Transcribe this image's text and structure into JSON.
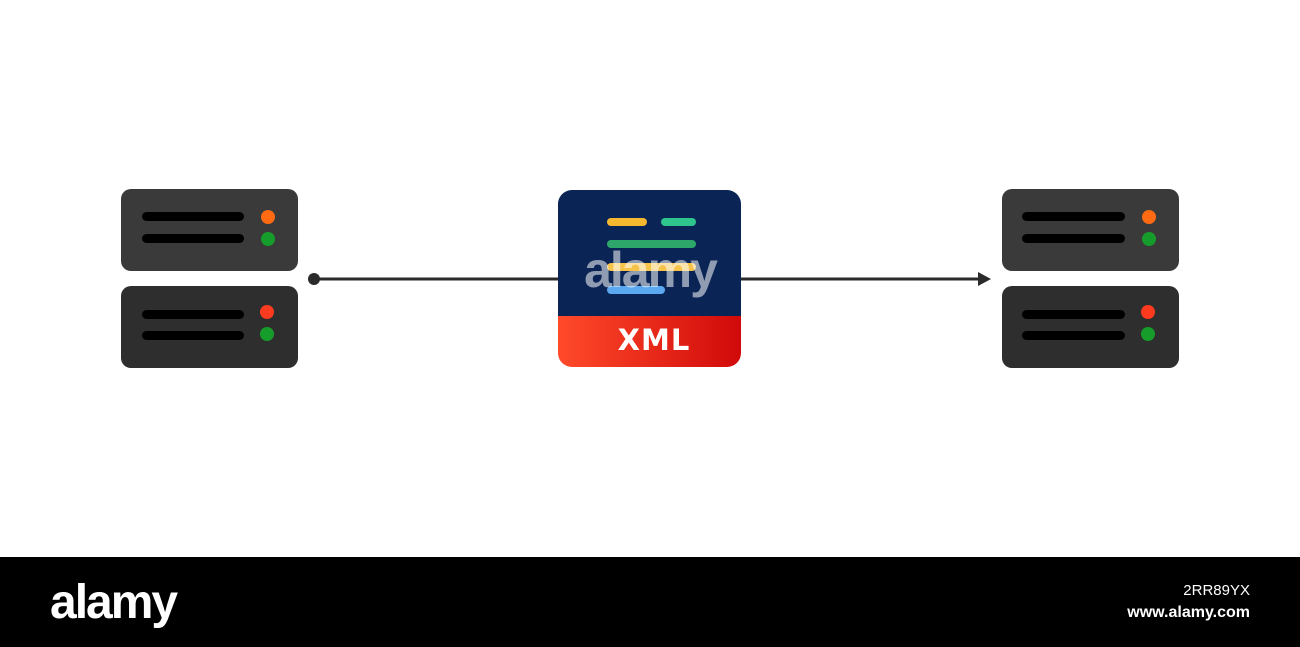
{
  "diagram": {
    "file_label": "XML",
    "watermark": "alamy"
  },
  "bottom_bar": {
    "logo": "alamy",
    "image_id": "2RR89YX",
    "url": "www.alamy.com"
  },
  "colors": {
    "server_body": "#3a3a3a",
    "server_line": "#000000",
    "status_orange": "#ff6a13",
    "status_red": "#ff3b1f",
    "status_green": "#169c2a",
    "doc_top": "#0b2456",
    "doc_band_left": "#ff4a2a",
    "doc_band_right": "#d10a0a",
    "arrow": "#2b2b2b"
  },
  "icons": [
    "server-icon",
    "xml-file-icon",
    "arrow-icon"
  ]
}
